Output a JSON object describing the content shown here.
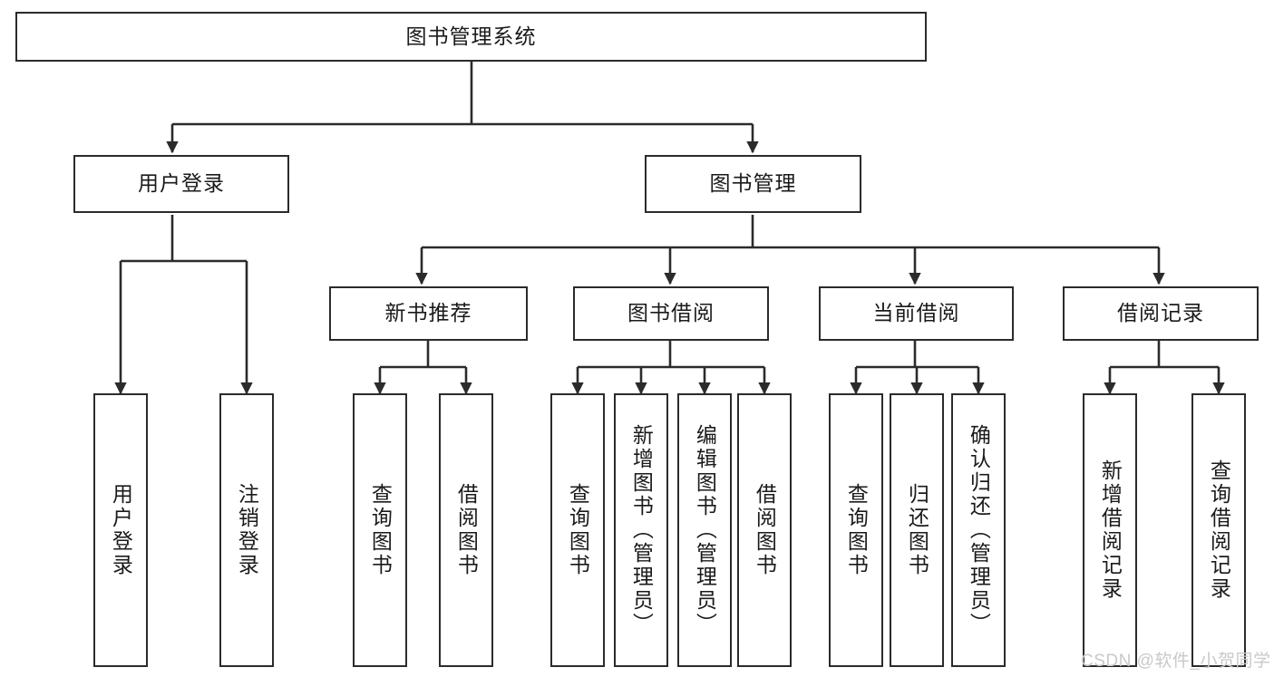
{
  "diagram": {
    "title": "图书管理系统",
    "type": "tree-hierarchy",
    "watermark": "CSDN @软件_小贺同学",
    "colors": {
      "box_border": "#2b2b2b",
      "box_fill": "#ffffff",
      "edge": "#2b2b2b",
      "text": "#1a1a1a",
      "watermark": "#c9c9c9",
      "background": "#ffffff"
    },
    "nodes": {
      "root": {
        "label": "图书管理系统",
        "level": 1,
        "orientation": "horizontal"
      },
      "user_login": {
        "label": "用户登录",
        "level": 2,
        "orientation": "horizontal"
      },
      "book_manage": {
        "label": "图书管理",
        "level": 2,
        "orientation": "horizontal"
      },
      "new_book_rec": {
        "label": "新书推荐",
        "level": 3,
        "orientation": "horizontal"
      },
      "book_borrow": {
        "label": "图书借阅",
        "level": 3,
        "orientation": "horizontal"
      },
      "current_borrow": {
        "label": "当前借阅",
        "level": 3,
        "orientation": "horizontal"
      },
      "borrow_record": {
        "label": "借阅记录",
        "level": 3,
        "orientation": "horizontal"
      },
      "leaf_user_login": {
        "label": "用户登录",
        "level": 4,
        "orientation": "vertical"
      },
      "leaf_logout": {
        "label": "注销登录",
        "level": 4,
        "orientation": "vertical"
      },
      "leaf_query_book_1": {
        "label": "查询图书",
        "level": 4,
        "orientation": "vertical"
      },
      "leaf_borrow_book_1": {
        "label": "借阅图书",
        "level": 4,
        "orientation": "vertical"
      },
      "leaf_query_book_2": {
        "label": "查询图书",
        "level": 4,
        "orientation": "vertical"
      },
      "leaf_add_book": {
        "label": "新增图书（管理员）",
        "level": 4,
        "orientation": "vertical"
      },
      "leaf_edit_book": {
        "label": "编辑图书（管理员）",
        "level": 4,
        "orientation": "vertical"
      },
      "leaf_borrow_book_2": {
        "label": "借阅图书",
        "level": 4,
        "orientation": "vertical"
      },
      "leaf_query_book_3": {
        "label": "查询图书",
        "level": 4,
        "orientation": "vertical"
      },
      "leaf_return_book": {
        "label": "归还图书",
        "level": 4,
        "orientation": "vertical"
      },
      "leaf_confirm_return": {
        "label": "确认归还（管理员）",
        "level": 4,
        "orientation": "vertical"
      },
      "leaf_add_record": {
        "label": "新增借阅记录",
        "level": 4,
        "orientation": "vertical"
      },
      "leaf_query_record": {
        "label": "查询借阅记录",
        "level": 4,
        "orientation": "vertical"
      }
    },
    "edges": [
      {
        "from": "root",
        "to": "user_login"
      },
      {
        "from": "root",
        "to": "book_manage"
      },
      {
        "from": "user_login",
        "to": "leaf_user_login"
      },
      {
        "from": "user_login",
        "to": "leaf_logout"
      },
      {
        "from": "book_manage",
        "to": "new_book_rec"
      },
      {
        "from": "book_manage",
        "to": "book_borrow"
      },
      {
        "from": "book_manage",
        "to": "current_borrow"
      },
      {
        "from": "book_manage",
        "to": "borrow_record"
      },
      {
        "from": "new_book_rec",
        "to": "leaf_query_book_1"
      },
      {
        "from": "new_book_rec",
        "to": "leaf_borrow_book_1"
      },
      {
        "from": "book_borrow",
        "to": "leaf_query_book_2"
      },
      {
        "from": "book_borrow",
        "to": "leaf_add_book"
      },
      {
        "from": "book_borrow",
        "to": "leaf_edit_book"
      },
      {
        "from": "book_borrow",
        "to": "leaf_borrow_book_2"
      },
      {
        "from": "current_borrow",
        "to": "leaf_query_book_3"
      },
      {
        "from": "current_borrow",
        "to": "leaf_return_book"
      },
      {
        "from": "current_borrow",
        "to": "leaf_confirm_return"
      },
      {
        "from": "borrow_record",
        "to": "leaf_add_record"
      },
      {
        "from": "borrow_record",
        "to": "leaf_query_record"
      }
    ]
  }
}
